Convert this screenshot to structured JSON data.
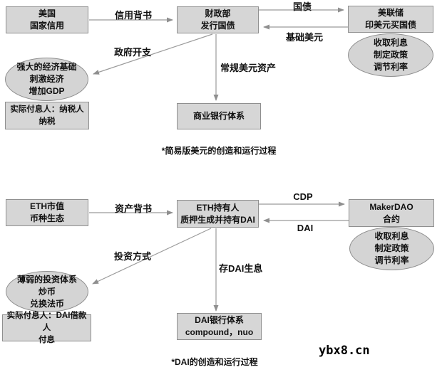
{
  "colors": {
    "node_fill": "#d6d6d6",
    "node_border": "#8f8f8f",
    "arrow": "#999999",
    "text": "#111111"
  },
  "diagram_us": {
    "nodes": {
      "us_credit": "美国\n国家信用",
      "treasury": "财政部\n发行国债",
      "fed": "美联储\n印美元买国债",
      "fed_powers": "收取利息\n制定政策\n调节利率",
      "economy": "强大的经济基础\n刺激经济\n增加GDP",
      "taxpayer": "实际付息人：纳税人\n纳税",
      "commercial_banks": "商业银行体系"
    },
    "edge_labels": {
      "credit_endorsement": "信用背书",
      "treasury_bonds": "国债",
      "base_dollars": "基础美元",
      "gov_spending": "政府开支",
      "regular_usd_assets": "常规美元资产"
    },
    "caption": "*简易版美元的创造和运行过程"
  },
  "diagram_dai": {
    "nodes": {
      "eth_value": "ETH市值\n币种生态",
      "eth_holder": "ETH持有人\n质押生成并持有DAI",
      "makerdao": "MakerDAO\n合约",
      "maker_powers": "收取利息\n制定政策\n调节利率",
      "weak_investment": "薄弱的投资体系\n炒币\n兑换法币",
      "dai_borrower": "实际付息人：DAI借款人\n付息",
      "dai_banks": "DAI银行体系\ncompound，nuo"
    },
    "edge_labels": {
      "asset_endorsement": "资产背书",
      "cdp": "CDP",
      "dai": "DAI",
      "investment_method": "投资方式",
      "deposit_dai_interest": "存DAI生息"
    },
    "caption": "*DAI的创造和运行过程"
  },
  "watermark": "ybx8.cn"
}
